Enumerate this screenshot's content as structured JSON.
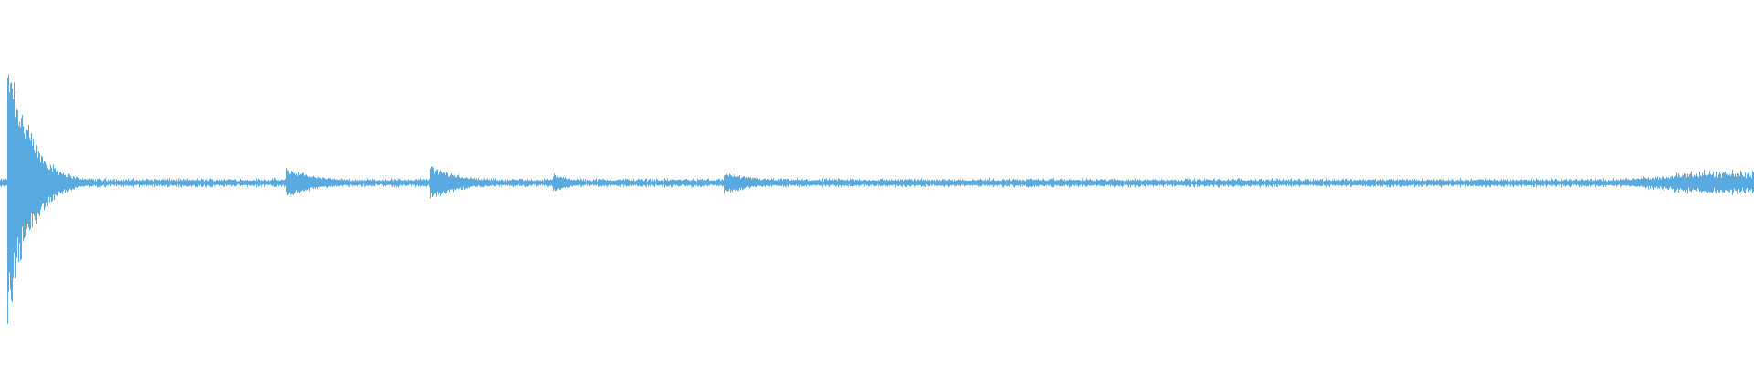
{
  "waveform": {
    "color": "#5aaae2",
    "background": "#ffffff",
    "scale": "linear",
    "channels": 1,
    "baseline_amplitude": 0.02,
    "events": [
      {
        "label": "onset-1",
        "time": 0.005,
        "peak": 0.88,
        "decay": 0.012
      },
      {
        "label": "onset-2",
        "time": 0.164,
        "peak": 0.09,
        "decay": 0.02
      },
      {
        "label": "onset-3",
        "time": 0.246,
        "peak": 0.1,
        "decay": 0.02
      },
      {
        "label": "onset-4",
        "time": 0.316,
        "peak": 0.055,
        "decay": 0.012
      },
      {
        "label": "onset-5",
        "time": 0.414,
        "peak": 0.065,
        "decay": 0.02
      },
      {
        "label": "onset-6",
        "time": 0.586,
        "peak": 0.03,
        "decay": 0.01
      }
    ],
    "tail_swell": {
      "start": 0.91,
      "end": 1.0,
      "peak": 0.08
    }
  }
}
